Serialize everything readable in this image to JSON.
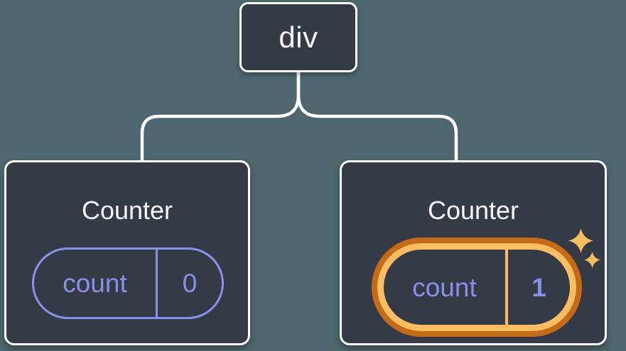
{
  "colors": {
    "canvas_bg": "#4D666F",
    "node_bg": "#343A46",
    "node_border": "#FFFFFF",
    "text_light": "#F6F7F9",
    "accent_purple": "#8A90E8",
    "purple_stroke": "#8A92EC",
    "orange_dark": "#C56A16",
    "orange_light": "#FBBD62"
  },
  "tree": {
    "root": {
      "label": "div"
    },
    "children": [
      {
        "title": "Counter",
        "state": {
          "key": "count",
          "value": "0"
        },
        "highlighted": false
      },
      {
        "title": "Counter",
        "state": {
          "key": "count",
          "value": "1"
        },
        "highlighted": true,
        "icon": "sparkles-icon"
      }
    ]
  }
}
